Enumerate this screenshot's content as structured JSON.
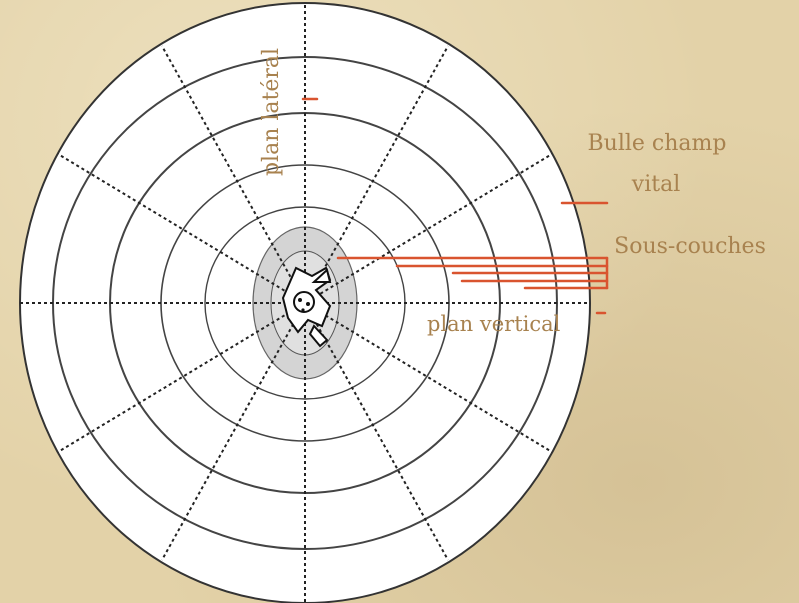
{
  "labels": {
    "plan_lateral": "plan latéral",
    "plan_vertical": "plan vertical",
    "bulle_line1": "Bulle champ",
    "bulle_line2": "vital",
    "sous_couches": "Sous-couches"
  },
  "colors": {
    "background": "#e3d2a8",
    "label_text": "#a8824f",
    "pointer_lines": "#d9542f",
    "grid_lines": "#333333",
    "core_fill": "#d4d4d4"
  }
}
